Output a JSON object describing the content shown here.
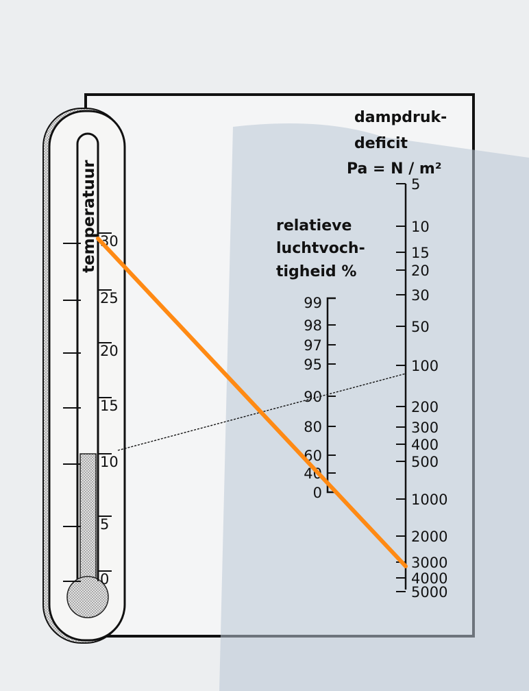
{
  "thermometer": {
    "label": "temperatuur",
    "ticks": [
      "0",
      "5",
      "10",
      "15",
      "20",
      "25",
      "30"
    ],
    "level": 10
  },
  "humidity_scale": {
    "title_lines": [
      "relatieve",
      "luchtvoch-",
      "tigheid %"
    ],
    "ticks": [
      "99",
      "98",
      "97",
      "95",
      "90",
      "80",
      "60",
      "40",
      "0"
    ]
  },
  "deficit_scale": {
    "title_lines": [
      "dampdruk-",
      "deficit"
    ],
    "unit": "Pa = N / m²",
    "ticks": [
      "5",
      "10",
      "15",
      "20",
      "30",
      "50",
      "100",
      "200",
      "300",
      "400",
      "500",
      "1000",
      "2000",
      "3000",
      "4000",
      "5000"
    ]
  },
  "colors": {
    "highlight_line": "#ff8a14",
    "ink": "#111111",
    "shadow": "#b9c6d6"
  }
}
